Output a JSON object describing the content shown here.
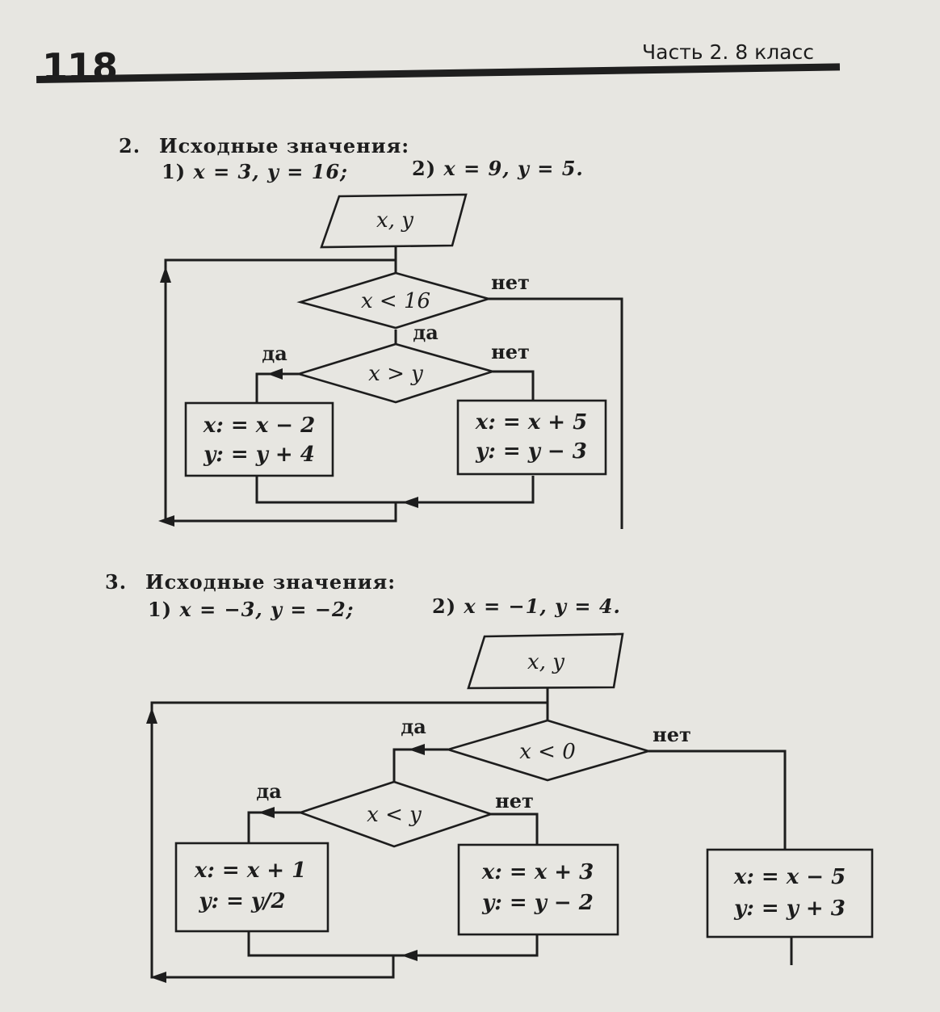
{
  "header": {
    "page_number": "118",
    "part_label": "Часть 2. 8 класс"
  },
  "task2": {
    "number": "2.",
    "heading": "Исходные значения:",
    "case1_label": "1)",
    "case1_values": "x = 3, y = 16;",
    "case2_label": "2)",
    "case2_values": "x = 9, y = 5.",
    "flowchart": {
      "input": "x, y",
      "condition_outer": "x < 16",
      "outer_no": "нет",
      "outer_yes": "да",
      "condition_inner": "x > y",
      "inner_yes": "да",
      "inner_no": "нет",
      "yes_block_line1": "x: = x − 2",
      "yes_block_line2": "y: = y + 4",
      "no_block_line1": "x: = x + 5",
      "no_block_line2": "y: = y − 3"
    }
  },
  "task3": {
    "number": "3.",
    "heading": "Исходные значения:",
    "case1_label": "1)",
    "case1_values": "x = −3, y = −2;",
    "case2_label": "2)",
    "case2_values": "x = −1, y = 4.",
    "flowchart": {
      "input": "x, y",
      "condition_outer": "x < 0",
      "outer_yes": "да",
      "outer_no": "нет",
      "condition_inner": "x < y",
      "inner_yes": "да",
      "inner_no": "нет",
      "yes_block_line1": "x: = x + 1",
      "yes_block_line2": "y: = y/2",
      "no_block_line1": "x: = x + 3",
      "no_block_line2": "y: = y − 2",
      "outer_no_block_line1": "x: = x − 5",
      "outer_no_block_line2": "y: = y + 3"
    }
  }
}
